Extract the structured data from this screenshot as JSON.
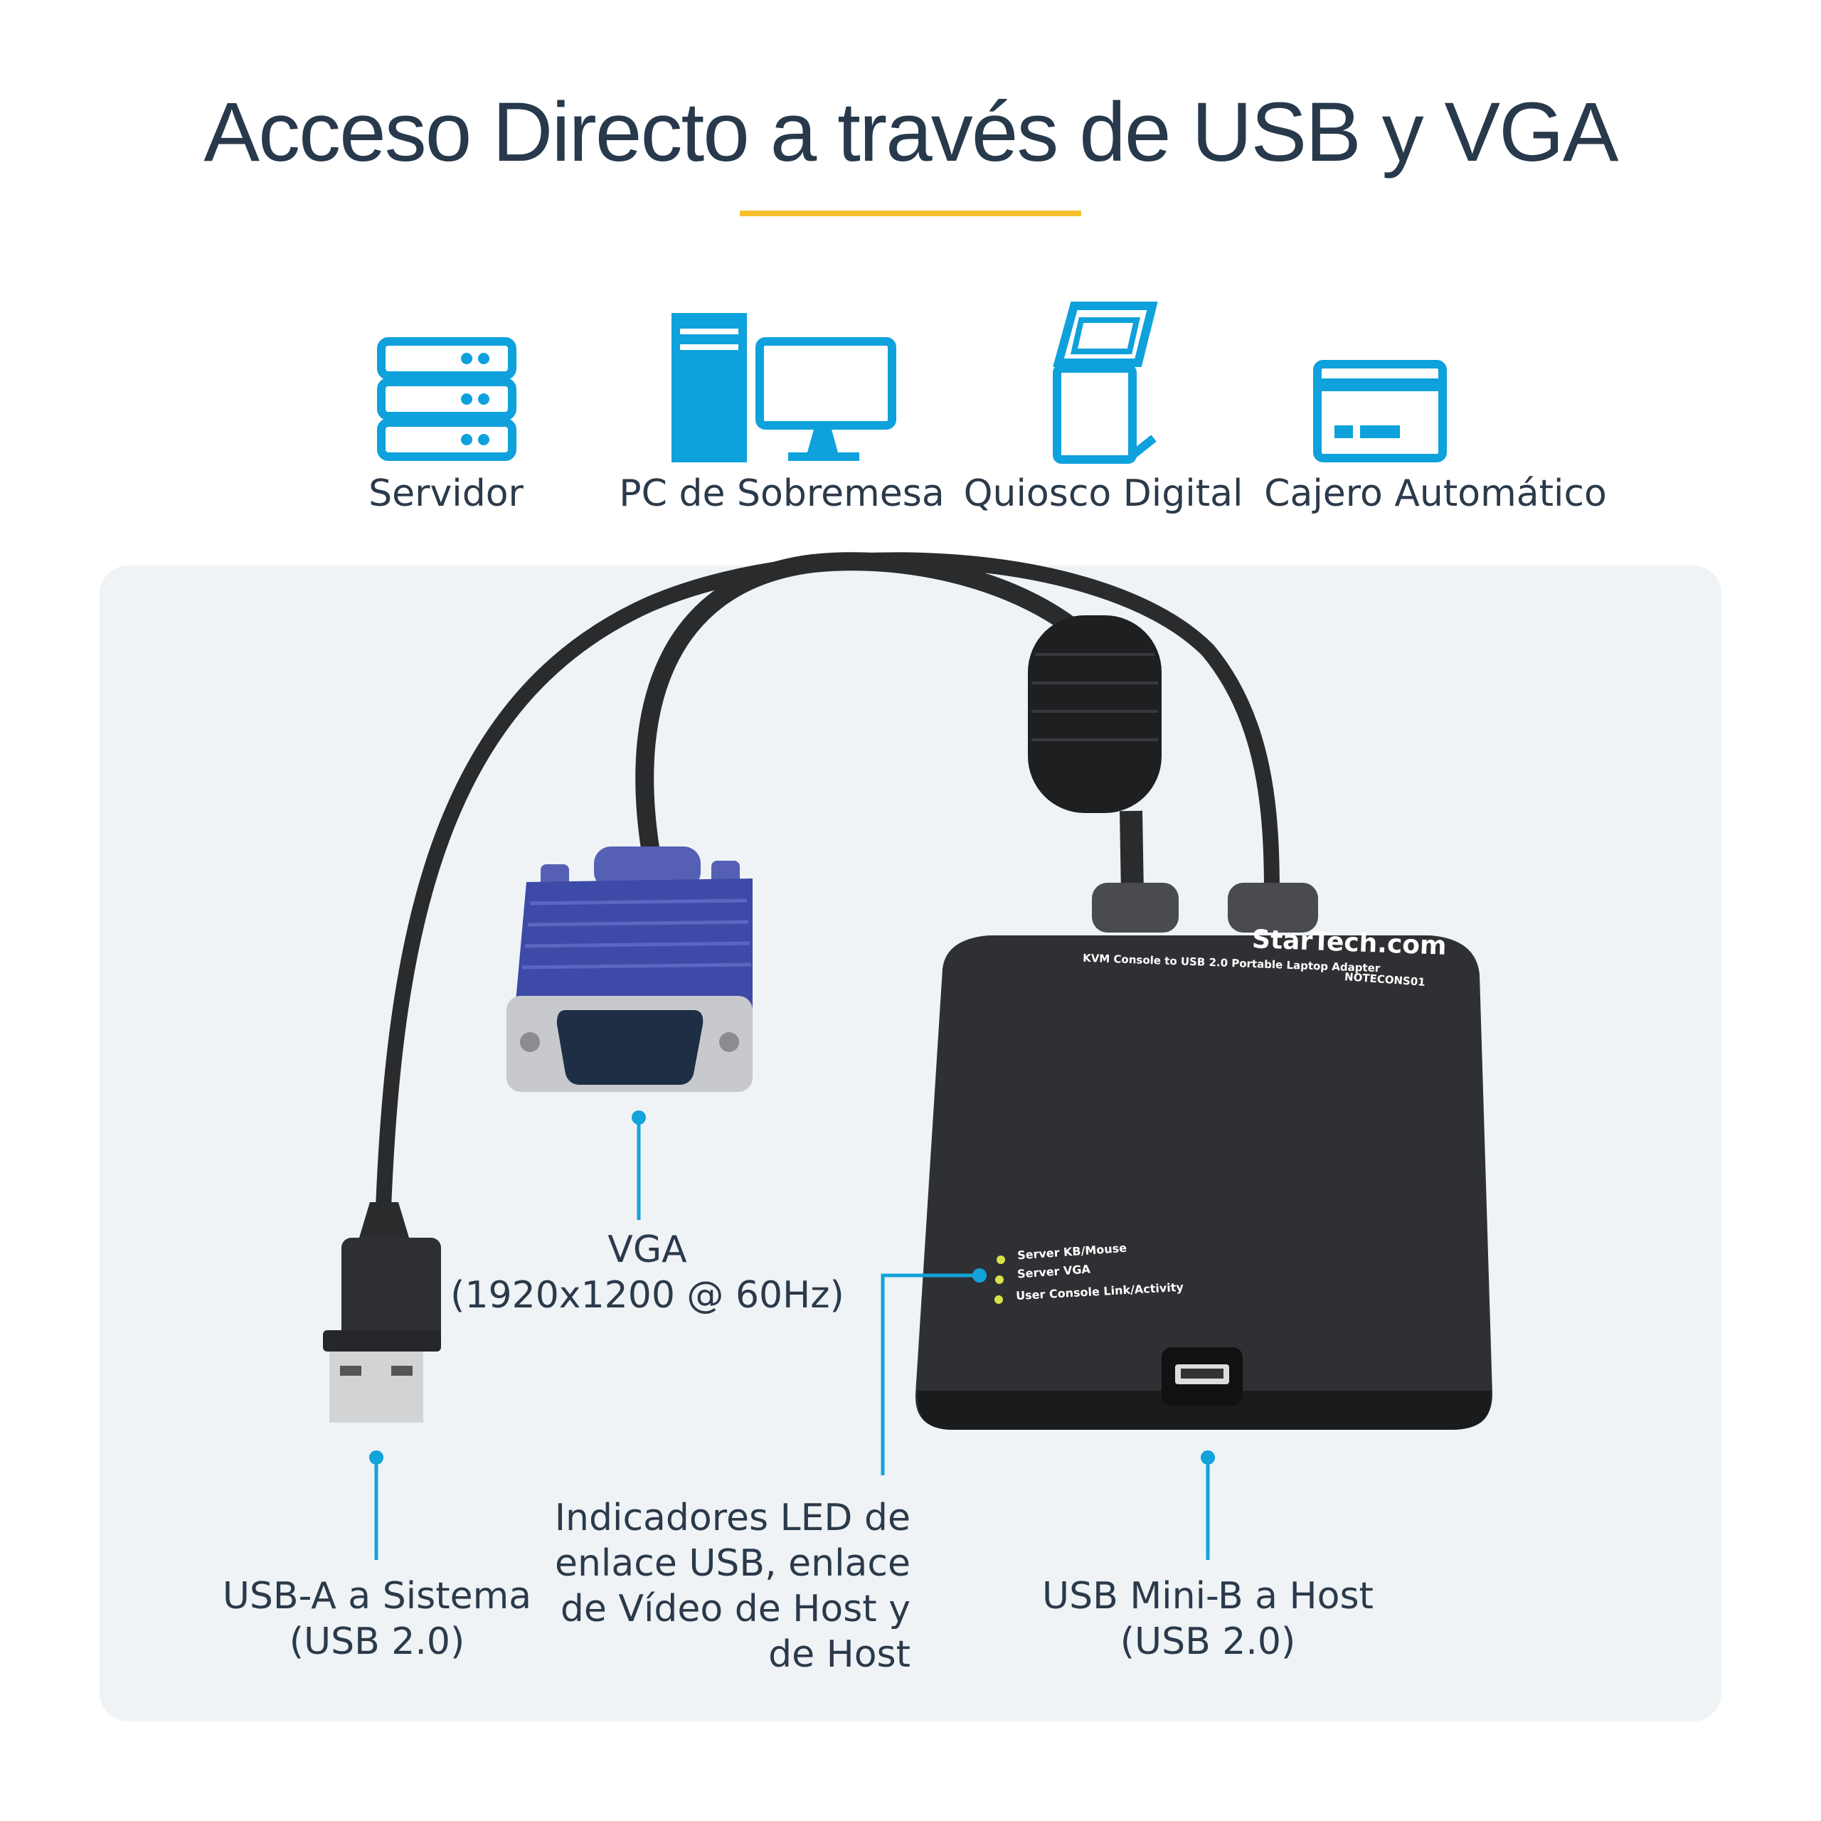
{
  "title": "Acceso Directo a través de USB y VGA",
  "accent_color": "#f6c12e",
  "icon_color": "#0ea1dc",
  "categories": [
    {
      "label": "Servidor",
      "icon": "server-icon"
    },
    {
      "label": "PC de Sobremesa",
      "icon": "desktop-pc-icon"
    },
    {
      "label": "Quiosco Digital",
      "icon": "kiosk-icon"
    },
    {
      "label": "Cajero Automático",
      "icon": "atm-icon"
    }
  ],
  "device": {
    "brand": "StarTech.com",
    "product_line": "KVM Console to USB 2.0 Portable Laptop Adapter",
    "model": "NOTECONS01",
    "leds": [
      "Server KB/Mouse",
      "Server VGA",
      "User Console Link/Activity"
    ]
  },
  "callouts": {
    "vga": {
      "line1": "VGA",
      "line2": "(1920x1200 @ 60Hz)"
    },
    "usb_a": {
      "line1": "USB-A a Sistema",
      "line2": "(USB 2.0)"
    },
    "leds": {
      "line1": "Indicadores LED de",
      "line2": "enlace USB, enlace",
      "line3": "de Vídeo de Host y",
      "line4": "de Host"
    },
    "mini_b": {
      "line1": "USB Mini-B a Host",
      "line2": "(USB 2.0)"
    }
  }
}
